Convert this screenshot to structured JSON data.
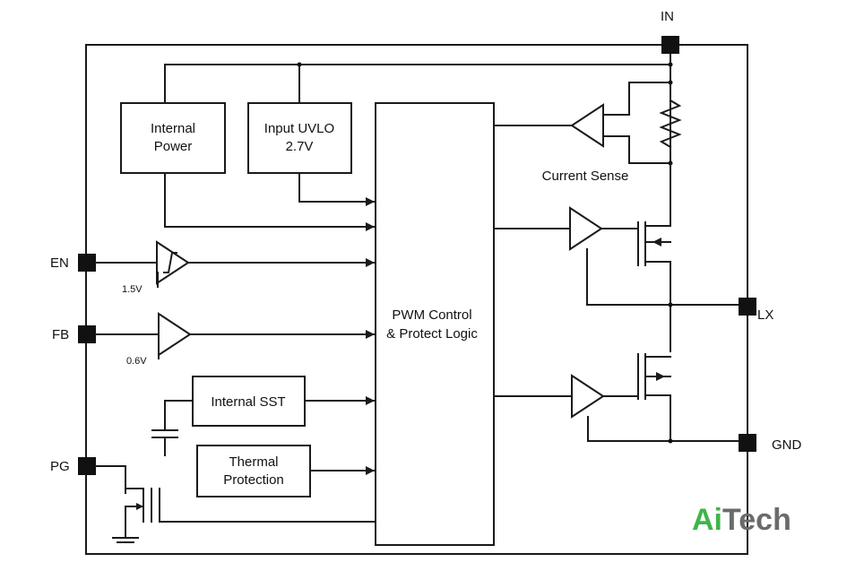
{
  "pins": {
    "in": "IN",
    "en": "EN",
    "fb": "FB",
    "pg": "PG",
    "lx": "LX",
    "gnd": "GND"
  },
  "blocks": {
    "internal_power_line1": "Internal",
    "internal_power_line2": "Power",
    "uvlo_line1": "Input UVLO",
    "uvlo_line2": "2.7V",
    "pwm_line1": "PWM Control",
    "pwm_line2": "& Protect Logic",
    "sst": "Internal SST",
    "thermal_line1": "Thermal",
    "thermal_line2": "Protection",
    "current_sense": "Current Sense"
  },
  "references": {
    "en_ref": "1.5V",
    "fb_ref": "0.6V"
  },
  "logo": {
    "part1": "Ai",
    "part2": "Tech",
    "colors": {
      "part1": "#3fb549",
      "part2": "#6b6b6b"
    }
  }
}
